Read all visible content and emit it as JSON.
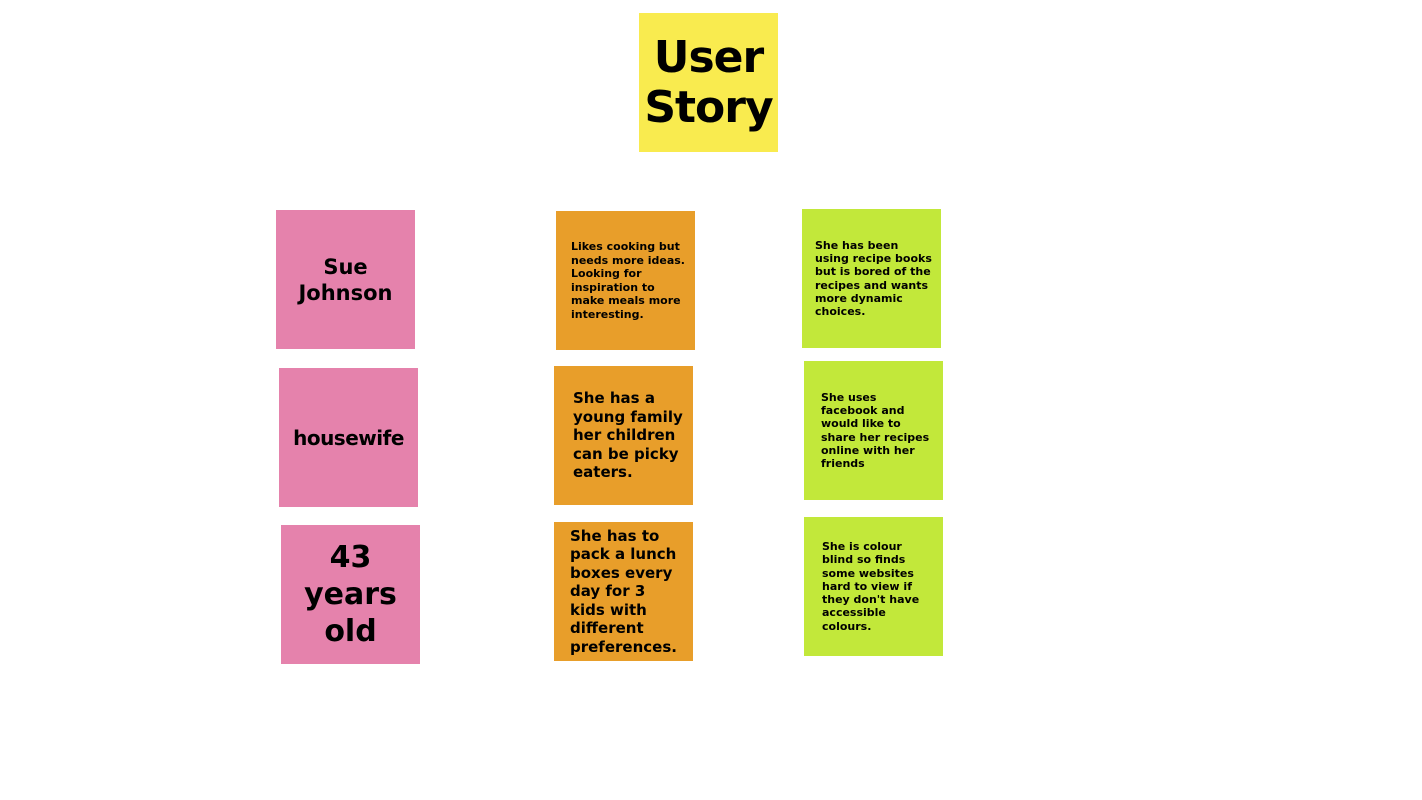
{
  "colors": {
    "yellow": "#F9EB4F",
    "pink": "#E582AC",
    "orange": "#E89E2A",
    "green": "#C2E83A"
  },
  "title": "User Story",
  "persona": {
    "name": "Sue Johnson",
    "occupation": "housewife",
    "age": "43 years old"
  },
  "needs": {
    "likes_cooking": "Likes cooking but needs more ideas. Looking for inspiration to make meals more interesting.",
    "young_family": "She has a young family her children can be picky eaters.",
    "lunch_boxes": "She has to pack a lunch boxes every day for 3 kids with different preferences."
  },
  "context": {
    "recipe_books": "She has been using recipe books but is bored of the recipes and wants more dynamic choices.",
    "facebook": "She uses facebook and would like to share her recipes online with her friends",
    "colour_blind": "She is colour blind so finds some websites hard to view if they don't have accessible colours."
  }
}
